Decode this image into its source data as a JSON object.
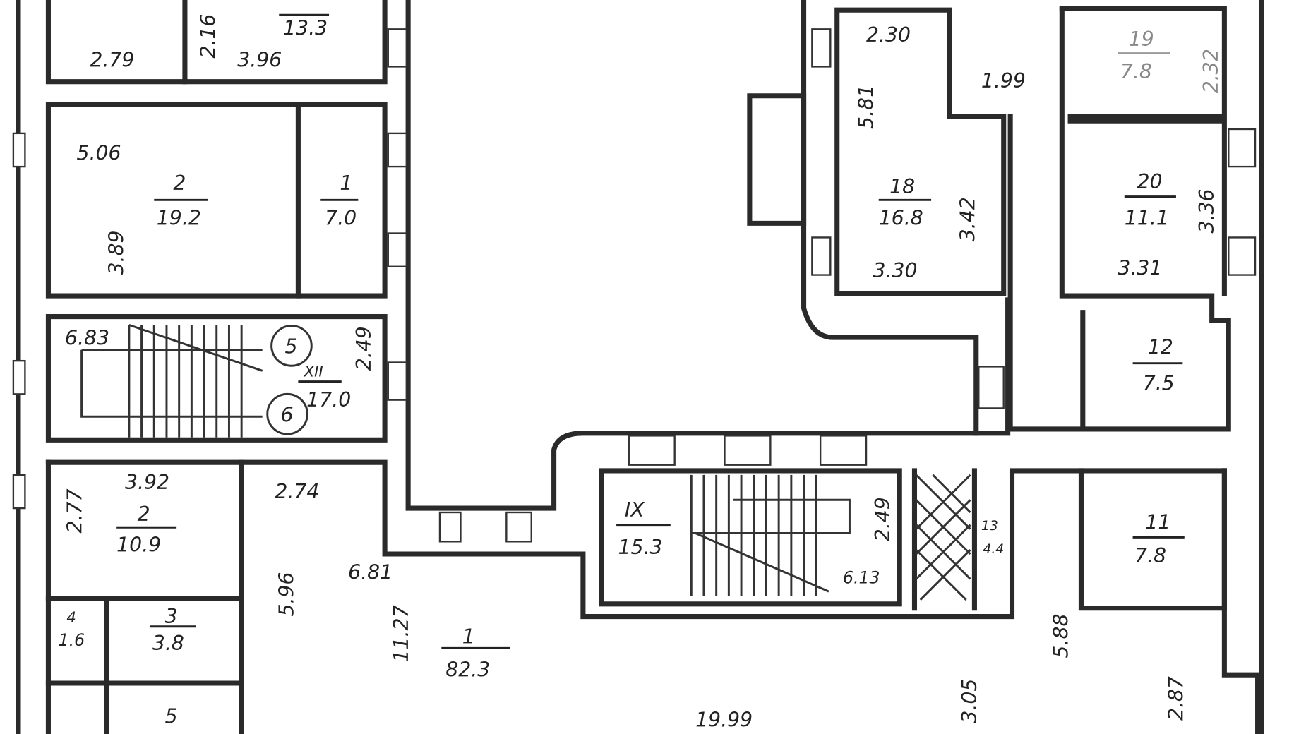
{
  "plan": {
    "dims": {
      "d_13_3": "13.3",
      "d_2_79": "2.79",
      "d_2_16": "2.16",
      "d_3_96": "3.96",
      "d_5_06": "5.06",
      "d_3_89": "3.89",
      "d_6_83": "6.83",
      "d_2_49a": "2.49",
      "d_3_92": "3.92",
      "d_2_77": "2.77",
      "d_2_74": "2.74",
      "d_5_96": "5.96",
      "d_6_81": "6.81",
      "d_11_27": "11.27",
      "d_2_49b": "2.49",
      "d_6_13": "6.13",
      "d_5_88": "5.88",
      "d_3_05": "3.05",
      "d_2_87": "2.87",
      "d_19_99": "19.99",
      "d_2_30": "2.30",
      "d_5_81": "5.81",
      "d_3_42": "3.42",
      "d_3_30": "3.30",
      "d_1_99": "1.99",
      "d_2_32": "2.32",
      "d_3_36": "3.36",
      "d_3_31": "3.31"
    },
    "rooms": [
      {
        "num": "2",
        "area": "19.2"
      },
      {
        "num": "1",
        "area": "7.0"
      },
      {
        "num": "XII",
        "area": "17.0"
      },
      {
        "num": "2",
        "area": "10.9"
      },
      {
        "num": "4",
        "area": "1.6"
      },
      {
        "num": "3",
        "area": "3.8"
      },
      {
        "num": "5",
        "area": ""
      },
      {
        "num": "1",
        "area": "82.3"
      },
      {
        "num": "IX",
        "area": "15.3"
      },
      {
        "num": "13",
        "area": "4.4"
      },
      {
        "num": "11",
        "area": "7.8"
      },
      {
        "num": "18",
        "area": "16.8"
      },
      {
        "num": "19",
        "area": "7.8"
      },
      {
        "num": "20",
        "area": "11.1"
      },
      {
        "num": "12",
        "area": "7.5"
      }
    ],
    "markers": [
      "5",
      "6"
    ]
  }
}
